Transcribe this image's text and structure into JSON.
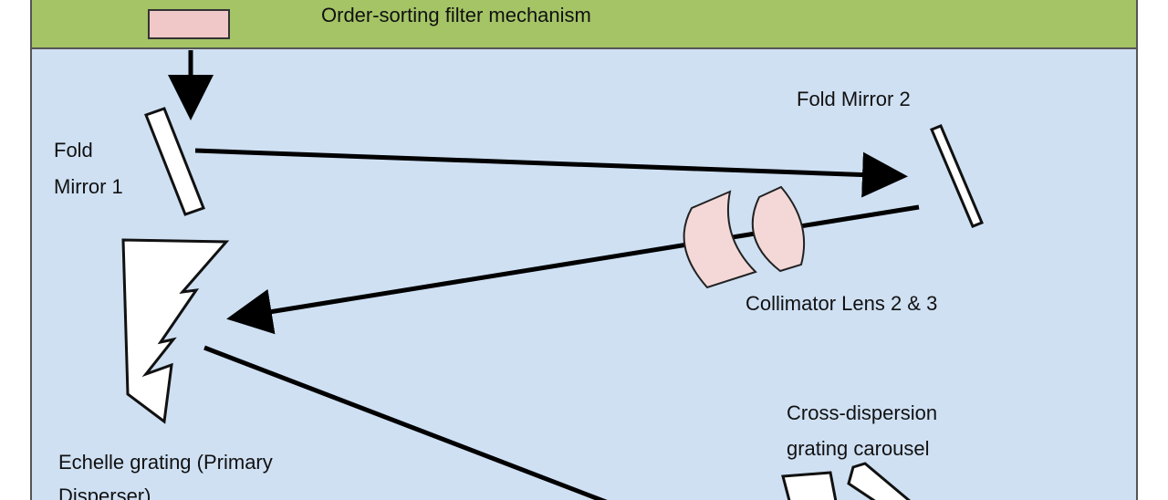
{
  "banner": {
    "label": "Order-sorting filter mechanism",
    "color": "#a4c466"
  },
  "bench": {
    "color": "#cfe0f3"
  },
  "components": {
    "fold_mirror_1": {
      "line1": "Fold",
      "line2": "Mirror 1"
    },
    "fold_mirror_2": {
      "label": "Fold Mirror 2"
    },
    "collimator": {
      "label": "Collimator Lens 2 & 3",
      "color": "#f4d8d8"
    },
    "echelle": {
      "line1": "Echelle grating (Primary",
      "line2": "Disperser)"
    },
    "cross_disperser": {
      "line1": "Cross-dispersion",
      "line2": "grating carousel"
    }
  },
  "filter": {
    "color": "#f0c8c8"
  }
}
